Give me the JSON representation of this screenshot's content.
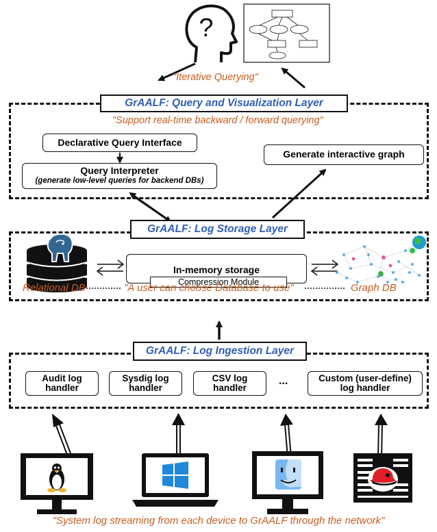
{
  "top": {
    "iterative_label": "\"Iterative Querying\""
  },
  "query_layer": {
    "title": "GrAALF: Query and Visualization Layer",
    "subtitle": "\"Support real-time backward / forward querying\"",
    "declarative": "Declarative Query Interface",
    "interpreter_title": "Query Interpreter",
    "interpreter_sub": "(generate low-level queries for backend DBs)",
    "generate_graph": "Generate interactive graph"
  },
  "storage_layer": {
    "title": "GrAALF: Log Storage Layer",
    "in_memory": "In-memory storage",
    "compression": "Compression Module",
    "relational": "Relational DB",
    "choose_db": "\"A user can choose Database to use\"",
    "graph_db": "Graph DB"
  },
  "ingestion_layer": {
    "title": "GrAALF: Log Ingestion Layer",
    "handlers": [
      "Audit log handler",
      "Sysdig log handler",
      "CSV log handler",
      "Custom (user-define) log handler"
    ],
    "ellipsis": "..."
  },
  "footer": {
    "caption": "\"System log streaming from each device to GrAALF through the network\""
  },
  "icons": [
    "head-question-icon",
    "flowchart-icon",
    "database-icon",
    "postgres-elephant-icon",
    "graph-network-icon",
    "linux-monitor-icon",
    "windows-laptop-icon",
    "mac-monitor-icon",
    "redhat-server-icon"
  ],
  "colors": {
    "title_blue": "#2f5fb5",
    "orange": "#c65d1e",
    "line": "#111111"
  }
}
